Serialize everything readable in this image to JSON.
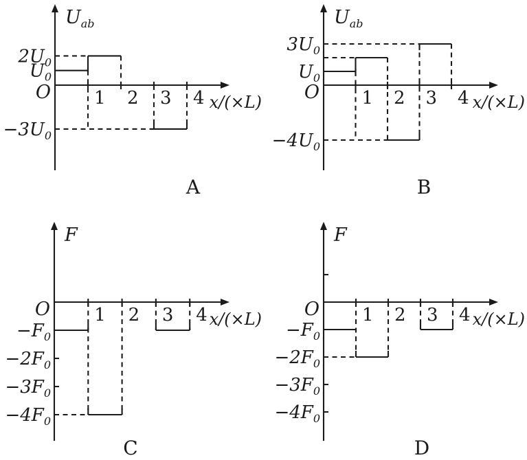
{
  "page": {
    "background": "#ffffff",
    "ink": "#1b1b1b"
  },
  "chart_data": [
    {
      "type": "line",
      "caption": "A",
      "ylabel": "U_ab",
      "xlabel": "x/(×L)",
      "origin_label": "O",
      "y_unit": "U0",
      "x_unit": "L",
      "x_ticks": [
        1,
        2,
        3,
        4
      ],
      "y_tick_labels": [
        {
          "value": 2,
          "label": "2U_0"
        },
        {
          "value": 1,
          "label": "U_0"
        },
        {
          "value": -3,
          "label": "−3U_0"
        }
      ],
      "steps": [
        {
          "x0": 0,
          "x1": 1,
          "y": 1
        },
        {
          "x0": 1,
          "x1": 2,
          "y": 2
        },
        {
          "x0": 2,
          "x1": 3,
          "y": 0
        },
        {
          "x0": 3,
          "x1": 4,
          "y": -3
        }
      ],
      "solid_h": [
        {
          "x0": 0,
          "x1": 1,
          "y": 1,
          "tick_right": "cross"
        },
        {
          "x0": 1,
          "x1": 2,
          "y": 2
        },
        {
          "x0": 3,
          "x1": 4,
          "y": -3,
          "tick_left": "up",
          "tick_right": "up"
        }
      ],
      "solid_v": [
        {
          "x": 1,
          "y0": 1,
          "y1": 2
        }
      ],
      "dashed_h": [
        {
          "x0": 0,
          "x1": 1,
          "y": 2
        },
        {
          "x0": 0,
          "x1": 3,
          "y": -3
        }
      ],
      "dashed_v": [
        {
          "x": 1,
          "y0": -3,
          "y1": 1
        },
        {
          "x": 2,
          "y0": 0,
          "y1": 2
        },
        {
          "x": 3,
          "y0": -3,
          "y1": 0
        },
        {
          "x": 4,
          "y0": -3,
          "y1": 0
        }
      ],
      "y_axis_ticks": []
    },
    {
      "type": "line",
      "caption": "B",
      "ylabel": "U_ab",
      "xlabel": "x/(×L)",
      "origin_label": "O",
      "y_unit": "U0",
      "x_unit": "L",
      "x_ticks": [
        1,
        2,
        3,
        4
      ],
      "y_tick_labels": [
        {
          "value": 3,
          "label": "3U_0"
        },
        {
          "value": 1,
          "label": "U_0"
        },
        {
          "value": -4,
          "label": "−4U_0"
        }
      ],
      "steps": [
        {
          "x0": 0,
          "x1": 1,
          "y": 1
        },
        {
          "x0": 1,
          "x1": 2,
          "y": 2
        },
        {
          "x0": 2,
          "x1": 3,
          "y": -4
        },
        {
          "x0": 3,
          "x1": 4,
          "y": 3
        }
      ],
      "solid_h": [
        {
          "x0": 0,
          "x1": 1,
          "y": 1,
          "tick_right": "cross"
        },
        {
          "x0": 1,
          "x1": 2,
          "y": 2
        },
        {
          "x0": 2,
          "x1": 3,
          "y": -4,
          "tick_right": "up"
        },
        {
          "x0": 3,
          "x1": 4,
          "y": 3,
          "tick_left": "down"
        }
      ],
      "solid_v": [
        {
          "x": 1,
          "y0": 1,
          "y1": 2
        }
      ],
      "dashed_h": [
        {
          "x0": 0,
          "x1": 3,
          "y": 3
        },
        {
          "x0": 0,
          "x1": 1,
          "y": 2
        },
        {
          "x0": 0,
          "x1": 2,
          "y": -4
        }
      ],
      "dashed_v": [
        {
          "x": 1,
          "y0": -4,
          "y1": 1
        },
        {
          "x": 2,
          "y0": -4,
          "y1": 2
        },
        {
          "x": 3,
          "y0": -4,
          "y1": 3
        },
        {
          "x": 4,
          "y0": 0,
          "y1": 3
        }
      ],
      "y_axis_ticks": []
    },
    {
      "type": "line",
      "caption": "C",
      "ylabel": "F",
      "xlabel": "x/(×L)",
      "origin_label": "O",
      "y_unit": "F0",
      "x_unit": "L",
      "x_ticks": [
        1,
        2,
        3,
        4
      ],
      "y_tick_labels": [
        {
          "value": -1,
          "label": "−F_0"
        },
        {
          "value": -2,
          "label": "−2F_0"
        },
        {
          "value": -3,
          "label": "−3F_0"
        },
        {
          "value": -4,
          "label": "−4F_0"
        }
      ],
      "steps": [
        {
          "x0": 0,
          "x1": 1,
          "y": -1
        },
        {
          "x0": 1,
          "x1": 2,
          "y": -4
        },
        {
          "x0": 2,
          "x1": 3,
          "y": 0
        },
        {
          "x0": 3,
          "x1": 4,
          "y": -1
        }
      ],
      "solid_h": [
        {
          "x0": 0,
          "x1": 1,
          "y": -1,
          "tick_right": "up"
        },
        {
          "x0": 1,
          "x1": 2,
          "y": -4,
          "tick_left": "up",
          "tick_right": "up"
        },
        {
          "x0": 3,
          "x1": 4,
          "y": -1,
          "tick_left": "up",
          "tick_right": "up"
        }
      ],
      "solid_v": [],
      "dashed_h": [
        {
          "x0": 0,
          "x1": 1,
          "y": -4
        }
      ],
      "dashed_v": [
        {
          "x": 1,
          "y0": -4,
          "y1": 0
        },
        {
          "x": 2,
          "y0": -4,
          "y1": 0
        },
        {
          "x": 3,
          "y0": -1,
          "y1": 0
        },
        {
          "x": 4,
          "y0": -1,
          "y1": 0
        }
      ],
      "y_axis_ticks": [
        -2,
        -3
      ]
    },
    {
      "type": "line",
      "caption": "D",
      "ylabel": "F",
      "xlabel": "x/(×L)",
      "origin_label": "O",
      "y_unit": "F0",
      "x_unit": "L",
      "x_ticks": [
        1,
        2,
        3,
        4
      ],
      "y_tick_labels": [
        {
          "value": -1,
          "label": "−F_0"
        },
        {
          "value": -2,
          "label": "−2F_0"
        },
        {
          "value": -3,
          "label": "−3F_0"
        },
        {
          "value": -4,
          "label": "−4F_0"
        }
      ],
      "steps": [
        {
          "x0": 0,
          "x1": 1,
          "y": -1
        },
        {
          "x0": 1,
          "x1": 2,
          "y": -2
        },
        {
          "x0": 2,
          "x1": 3,
          "y": 0
        },
        {
          "x0": 3,
          "x1": 4,
          "y": -1
        }
      ],
      "solid_h": [
        {
          "x0": 0,
          "x1": 1,
          "y": -1
        },
        {
          "x0": 1,
          "x1": 2,
          "y": -2,
          "tick_left": "up",
          "tick_right": "up"
        },
        {
          "x0": 3,
          "x1": 4,
          "y": -1,
          "tick_left": "up",
          "tick_right": "up"
        }
      ],
      "solid_v": [],
      "dashed_h": [
        {
          "x0": 0,
          "x1": 1,
          "y": -2
        }
      ],
      "dashed_v": [
        {
          "x": 1,
          "y0": -2,
          "y1": 0
        },
        {
          "x": 2,
          "y0": -2,
          "y1": 0
        },
        {
          "x": 3,
          "y0": -1,
          "y1": 0
        },
        {
          "x": 4,
          "y0": -1,
          "y1": 0
        }
      ],
      "y_axis_ticks": [
        1,
        -3,
        -4
      ]
    }
  ]
}
